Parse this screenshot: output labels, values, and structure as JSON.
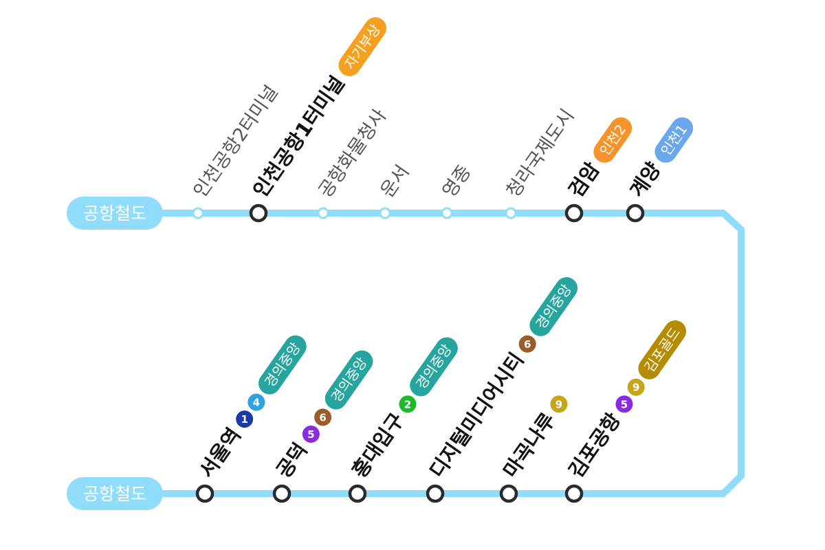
{
  "colors": {
    "line": "#8fdcfb",
    "transfer_stroke": "#2b2b2b",
    "ring_white": "#ffffff",
    "jagi": "#f5a01e",
    "incheon2": "#f7932b",
    "incheon1": "#6aa7ec",
    "gyeongui": "#25a59d",
    "gimpo": "#b58b00",
    "line1": "#1a3aa8",
    "line2": "#1fb82a",
    "line4": "#2ea3e2",
    "line5": "#8a2be2",
    "line6": "#9b5b2b",
    "line9": "#c7a51a"
  },
  "line_labels": [
    "공항철도",
    "공항철도"
  ],
  "top_stations": [
    {
      "name": "인천공항2터미널",
      "transfer": false,
      "badges": []
    },
    {
      "name": "인천공항1터미널",
      "transfer": true,
      "badges": [
        {
          "kind": "pill",
          "text": "자기부상",
          "color": "jagi"
        }
      ]
    },
    {
      "name": "공항화물청사",
      "transfer": false,
      "badges": []
    },
    {
      "name": "운서",
      "transfer": false,
      "badges": []
    },
    {
      "name": "영종",
      "transfer": false,
      "badges": []
    },
    {
      "name": "청라국제도시",
      "transfer": false,
      "badges": []
    },
    {
      "name": "검암",
      "transfer": true,
      "badges": [
        {
          "kind": "pill",
          "text": "인천2",
          "color": "incheon2"
        }
      ]
    },
    {
      "name": "계양",
      "transfer": true,
      "badges": [
        {
          "kind": "pill",
          "text": "인천1",
          "color": "incheon1"
        }
      ]
    }
  ],
  "bottom_stations": [
    {
      "name": "서울역",
      "transfer": true,
      "badges": [
        {
          "kind": "circle",
          "text": "1",
          "color": "line1"
        },
        {
          "kind": "circle",
          "text": "4",
          "color": "line4"
        },
        {
          "kind": "pill",
          "text": "경의중앙",
          "color": "gyeongui"
        }
      ]
    },
    {
      "name": "공덕",
      "transfer": true,
      "badges": [
        {
          "kind": "circle",
          "text": "5",
          "color": "line5"
        },
        {
          "kind": "circle",
          "text": "6",
          "color": "line6"
        },
        {
          "kind": "pill",
          "text": "경의중앙",
          "color": "gyeongui"
        }
      ]
    },
    {
      "name": "홍대입구",
      "transfer": true,
      "badges": [
        {
          "kind": "circle",
          "text": "2",
          "color": "line2"
        },
        {
          "kind": "pill",
          "text": "경의중앙",
          "color": "gyeongui"
        }
      ]
    },
    {
      "name": "디지털미디어시티",
      "transfer": true,
      "badges": [
        {
          "kind": "circle",
          "text": "6",
          "color": "line6"
        },
        {
          "kind": "pill",
          "text": "경의중앙",
          "color": "gyeongui"
        }
      ]
    },
    {
      "name": "마곡나루",
      "transfer": true,
      "badges": [
        {
          "kind": "circle",
          "text": "9",
          "color": "line9"
        }
      ]
    },
    {
      "name": "김포공항",
      "transfer": true,
      "badges": [
        {
          "kind": "circle",
          "text": "5",
          "color": "line5"
        },
        {
          "kind": "circle",
          "text": "9",
          "color": "line9"
        },
        {
          "kind": "pill",
          "text": "김포골드",
          "color": "gimpo"
        }
      ]
    }
  ]
}
